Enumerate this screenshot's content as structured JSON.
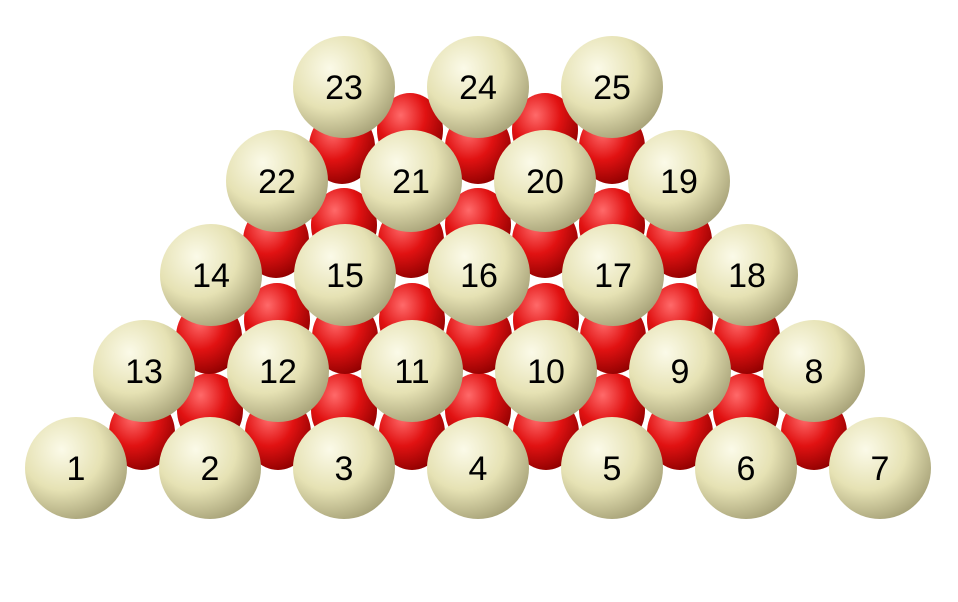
{
  "colors": {
    "background": "#ffffff",
    "metal_atom": "#e6e2b4",
    "oxygen_atom": "#e11212"
  },
  "atoms": [
    {
      "label": "1"
    },
    {
      "label": "2"
    },
    {
      "label": "3"
    },
    {
      "label": "4"
    },
    {
      "label": "5"
    },
    {
      "label": "6"
    },
    {
      "label": "7"
    },
    {
      "label": "13"
    },
    {
      "label": "12"
    },
    {
      "label": "11"
    },
    {
      "label": "10"
    },
    {
      "label": "9"
    },
    {
      "label": "8"
    },
    {
      "label": "14"
    },
    {
      "label": "15"
    },
    {
      "label": "16"
    },
    {
      "label": "17"
    },
    {
      "label": "18"
    },
    {
      "label": "22"
    },
    {
      "label": "21"
    },
    {
      "label": "20"
    },
    {
      "label": "19"
    },
    {
      "label": "23"
    },
    {
      "label": "24"
    },
    {
      "label": "25"
    }
  ]
}
